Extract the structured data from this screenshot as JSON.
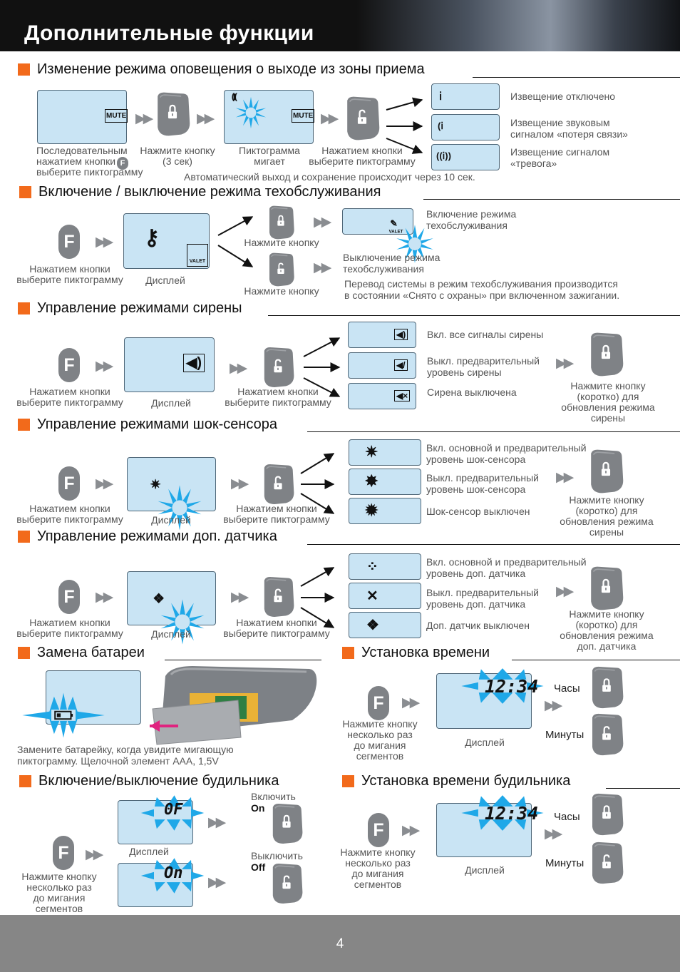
{
  "header": {
    "title": "Дополнительные функции"
  },
  "s1": {
    "title": "Изменение режима оповещения о выходе из зоны приема",
    "lcd_label": "MUTE",
    "cap1": "Последовательным\nнажатием кнопки\nвыберите пиктограмму",
    "cap1_f": "F",
    "cap2": "Нажмите кнопку\n(3 сек)",
    "cap3": "Пиктограмма\nмигает",
    "cap4": "Нажатием кнопки\nвыберите пиктограмму",
    "opt1": "Извещение отключено",
    "opt2": "Извещение звуковым\nсигналом «потеря связи»",
    "opt3": "Извещение сигналом\n«тревога»",
    "note": "Автоматический выход и сохранение происходит через 10 сек."
  },
  "s2": {
    "title": "Включение / выключение режима техобслуживания",
    "f": "F",
    "cap_f": "Нажатием кнопки\nвыберите пиктограмму",
    "cap_disp": "Дисплей",
    "valet": "VALET",
    "press1": "Нажмите кнопку",
    "press2": "Нажмите кнопку",
    "on": "Включение режима\nтехобслуживания",
    "off": "Выключение режима\nтехобслуживания",
    "note": "Перевод системы в режим техобслуживания производится\nв состоянии «Снято с охраны» при включенном зажигании."
  },
  "s3": {
    "title": "Управление режимами сирены",
    "f": "F",
    "cap_f": "Нажатием кнопки\nвыберите пиктограмму",
    "cap_disp": "Дисплей",
    "cap_btn": "Нажатием кнопки\nвыберите пиктограмму",
    "opt1": "Вкл. все сигналы сирены",
    "opt2": "Выкл. предварительный\nуровень сирены",
    "opt3": "Сирена выключена",
    "cap_right": "Нажмите кнопку\n(коротко) для\nобновления режима\nсирены"
  },
  "s4": {
    "title": "Управление режимами шок-сенсора",
    "f": "F",
    "cap_f": "Нажатием кнопки\nвыберите пиктограмму",
    "cap_disp": "Дисплей",
    "cap_btn": "Нажатием кнопки\nвыберите пиктограмму",
    "opt1": "Вкл. основной и предварительный\nуровень шок-сенсора",
    "opt2": "Выкл. предварительный\nуровень шок-сенсора",
    "opt3": "Шок-сенсор выключен",
    "cap_right": "Нажмите кнопку\n(коротко) для\nобновления режима\nсирены"
  },
  "s5": {
    "title": "Управление режимами доп. датчика",
    "f": "F",
    "cap_f": "Нажатием кнопки\nвыберите пиктограмму",
    "cap_disp": "Дисплей",
    "cap_btn": "Нажатием кнопки\nвыберите пиктограмму",
    "opt1": "Вкл. основной и предварительный\nуровень доп. датчика",
    "opt2": "Выкл. предварительный\nуровень доп. датчика",
    "opt3": "Доп. датчик выключен",
    "cap_right": "Нажмите кнопку\n(коротко) для\nобновления режима\nдоп. датчика"
  },
  "s6": {
    "title": "Замена батареи",
    "cap": "Замените батарейку, когда увидите мигающую\nпиктограмму. Щелочной элемент ААА, 1,5V"
  },
  "s7": {
    "title": "Установка времени",
    "f": "F",
    "time": "12:34",
    "cap_f": "Нажмите кнопку\nнесколько раз\nдо мигания\nсегментов",
    "cap_disp": "Дисплей",
    "hours": "Часы",
    "minutes": "Минуты"
  },
  "s8": {
    "title": "Включение/выключение будильника",
    "f": "F",
    "seg_off": "0F",
    "seg_on": "On",
    "cap_disp": "Дисплей",
    "cap_f": "Нажмите кнопку\nнесколько раз\nдо мигания\nсегментов",
    "enable": "Включить",
    "enable_b": "On",
    "disable": "Выключить",
    "disable_b": "Off"
  },
  "s9": {
    "title": "Установка времени будильника",
    "f": "F",
    "time": "12:34",
    "cap_f": "Нажмите кнопку\nнесколько раз\nдо мигания\nсегментов",
    "cap_disp": "Дисплей",
    "hours": "Часы",
    "minutes": "Минуты"
  },
  "footer": {
    "page": "4"
  },
  "colors": {
    "accent": "#f26a1b",
    "lcd": "#c9e4f4",
    "flash": "#1fa8e8",
    "fob": "#7f8286"
  }
}
